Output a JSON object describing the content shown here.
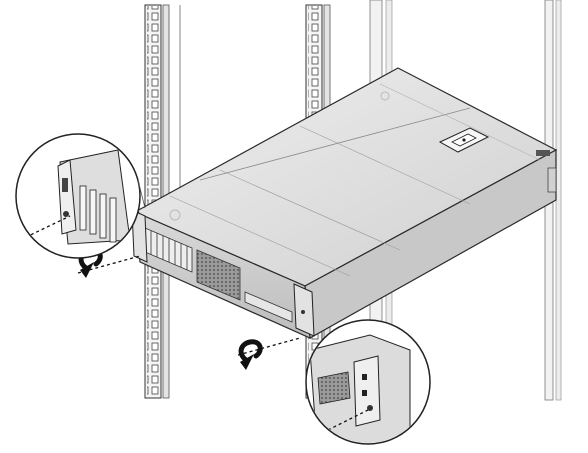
{
  "figure": {
    "colors": {
      "background": "#ffffff",
      "line": "#2a2a2a",
      "rack_rail": "#e9e9e9",
      "server_top": "#dcdcdc",
      "server_front": "#cfcfcf",
      "callout_fill": "#ffffff",
      "arrow": "#111111"
    },
    "icons": [
      "rack-rail",
      "server-chassis",
      "magnifier-callout",
      "rotation-arrow",
      "screw"
    ]
  }
}
